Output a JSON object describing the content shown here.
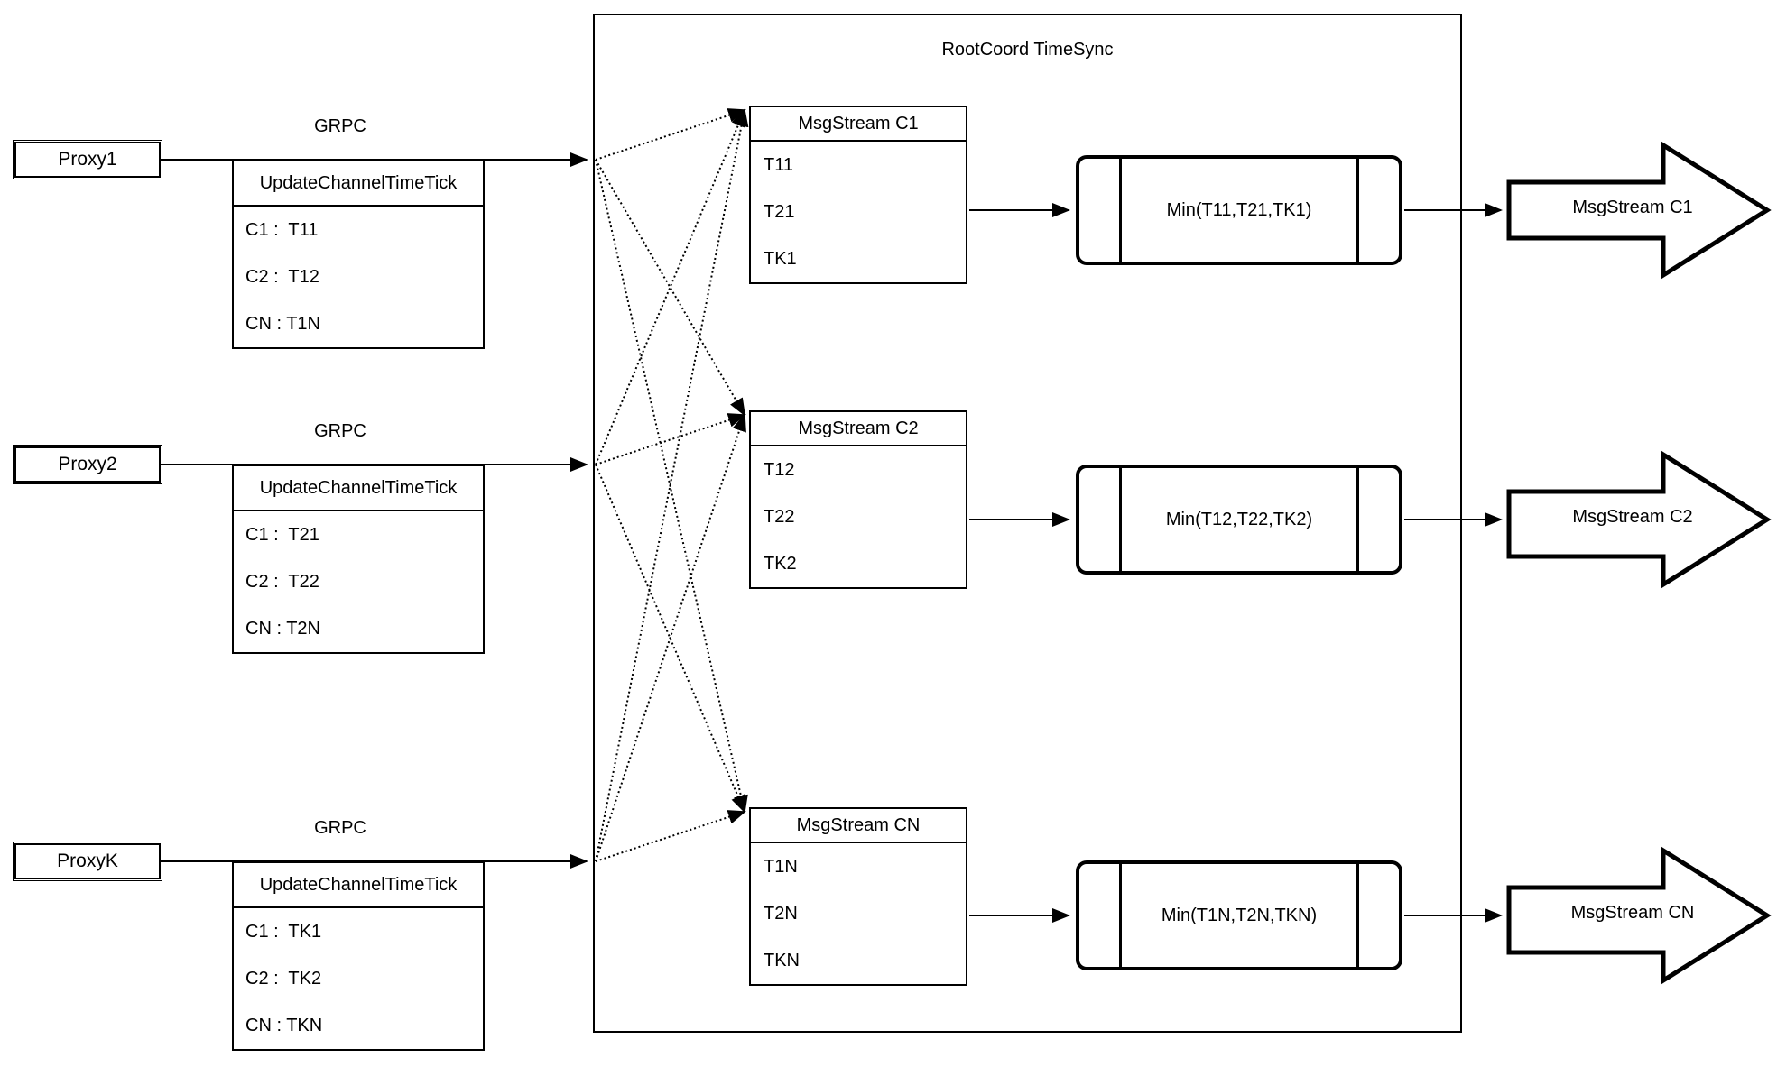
{
  "root_box": {
    "title": "RootCoord TimeSync"
  },
  "proxies": [
    {
      "name": "Proxy1",
      "grpc": "GRPC",
      "table": {
        "header": "UpdateChannelTimeTick",
        "rows": [
          "C1 :  T11",
          "C2 :  T12",
          "CN : T1N"
        ]
      }
    },
    {
      "name": "Proxy2",
      "grpc": "GRPC",
      "table": {
        "header": "UpdateChannelTimeTick",
        "rows": [
          "C1 :  T21",
          "C2 :  T22",
          "CN : T2N"
        ]
      }
    },
    {
      "name": "ProxyK",
      "grpc": "GRPC",
      "table": {
        "header": "UpdateChannelTimeTick",
        "rows": [
          "C1 :  TK1",
          "C2 :  TK2",
          "CN : TKN"
        ]
      }
    }
  ],
  "msg_streams": [
    {
      "title": "MsgStream C1",
      "rows": [
        "T11",
        "T21",
        "TK1"
      ]
    },
    {
      "title": "MsgStream C2",
      "rows": [
        "T12",
        "T22",
        "TK2"
      ]
    },
    {
      "title": "MsgStream CN",
      "rows": [
        "T1N",
        "T2N",
        "TKN"
      ]
    }
  ],
  "min_nodes": [
    {
      "label": "Min(T11,T21,TK1)"
    },
    {
      "label": "Min(T12,T22,TK2)"
    },
    {
      "label": "Min(T1N,T2N,TKN)"
    }
  ],
  "outputs": [
    {
      "label": "MsgStream C1"
    },
    {
      "label": "MsgStream C2"
    },
    {
      "label": "MsgStream CN"
    }
  ],
  "colors": {
    "line": "#000000",
    "background": "#ffffff"
  }
}
